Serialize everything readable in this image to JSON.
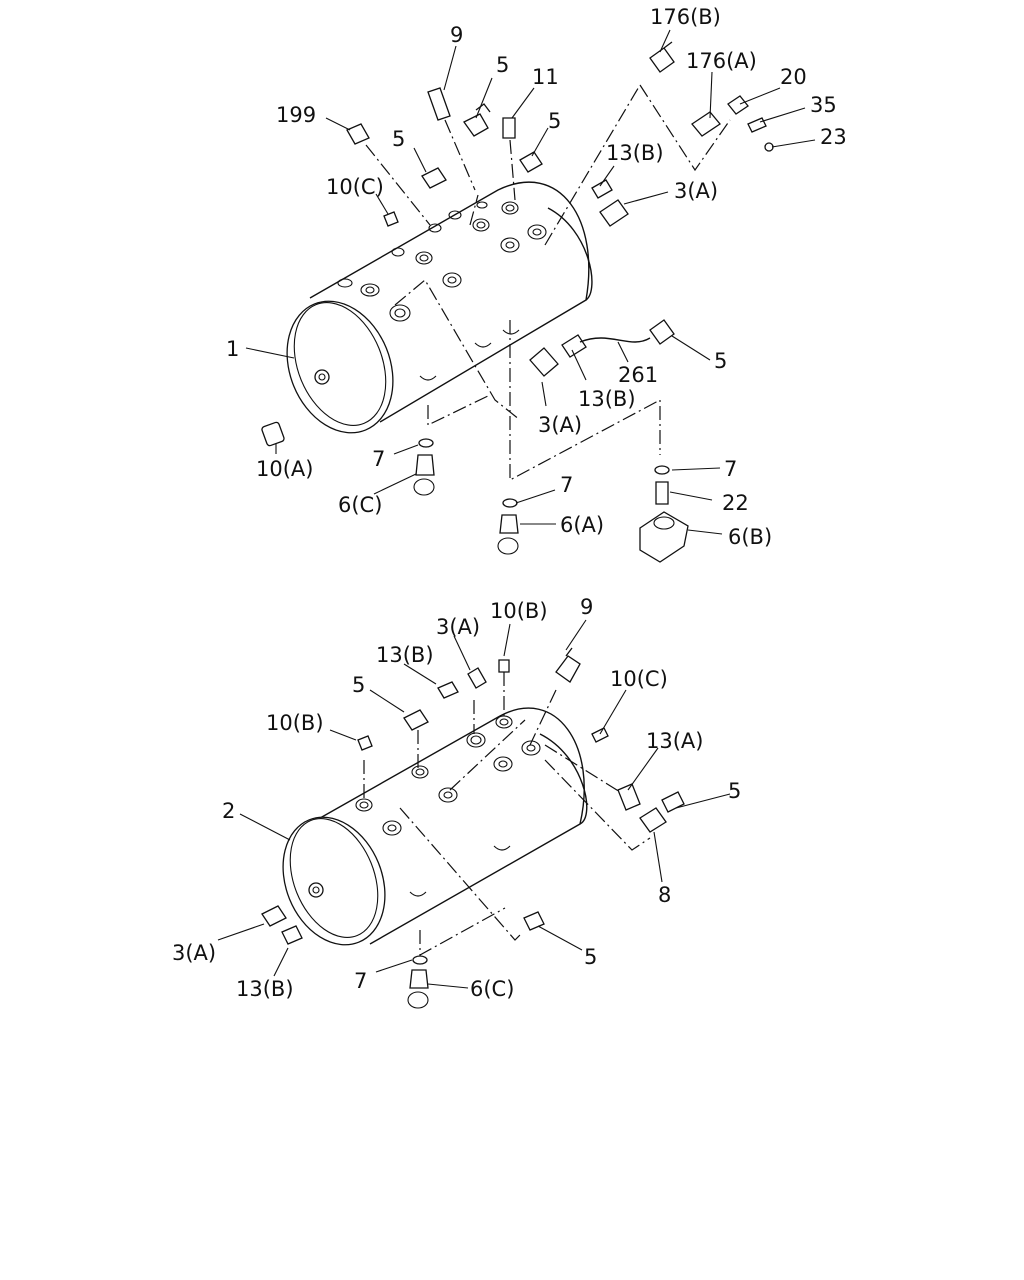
{
  "diagram": {
    "upper_tank": {
      "callouts": [
        "176(B)",
        "176(A)",
        "20",
        "35",
        "23",
        "9",
        "5",
        "11",
        "5",
        "199",
        "5",
        "13(B)",
        "3(A)",
        "10(C)",
        "1",
        "5",
        "261",
        "13(B)",
        "3(A)",
        "10(A)",
        "7",
        "6(C)",
        "7",
        "7",
        "22",
        "6(A)",
        "6(B)"
      ]
    },
    "lower_tank": {
      "callouts": [
        "10(B)",
        "9",
        "3(A)",
        "13(B)",
        "5",
        "10(C)",
        "10(B)",
        "13(A)",
        "2",
        "5",
        "8",
        "3(A)",
        "13(B)",
        "5",
        "7",
        "6(C)"
      ]
    }
  }
}
